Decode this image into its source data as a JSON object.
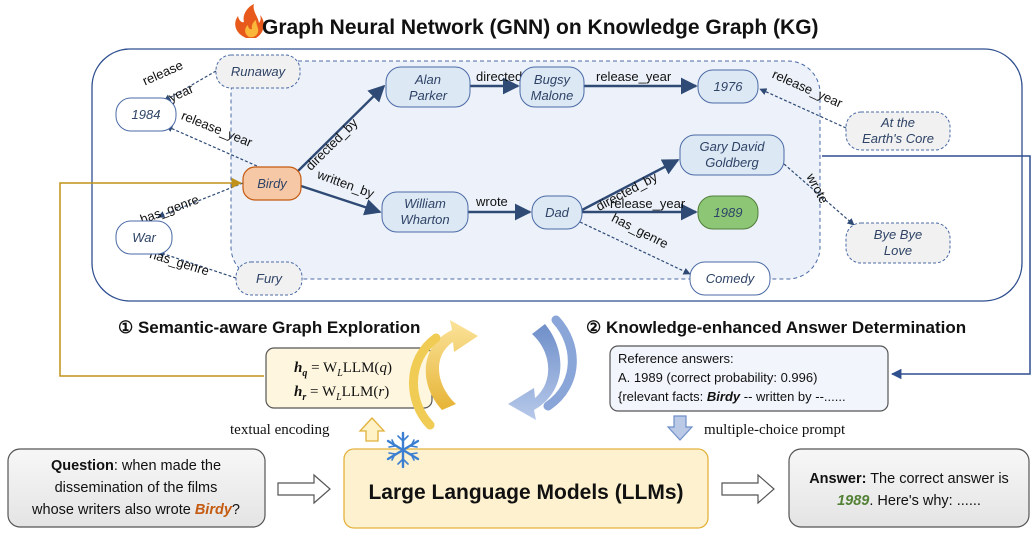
{
  "title": "Graph Neural Network (GNN) on Knowledge Graph (KG)",
  "nodes": {
    "runaway": "Runaway",
    "y1984": "1984",
    "alan_1": "Alan",
    "alan_2": "Parker",
    "bugsy_1": "Bugsy",
    "bugsy_2": "Malone",
    "y1976": "1976",
    "earth_1": "At the",
    "earth_2": "Earth's Core",
    "gary_1": "Gary David",
    "gary_2": "Goldberg",
    "birdy": "Birdy",
    "war": "War",
    "william_1": "William",
    "william_2": "Wharton",
    "dad": "Dad",
    "y1989": "1989",
    "byebye_1": "Bye Bye",
    "byebye_2": "Love",
    "fury": "Fury",
    "comedy": "Comedy"
  },
  "edges": {
    "release": "release",
    "year": "year",
    "release_year": "release_year",
    "directed_by": "directed_by",
    "directed": "directed",
    "written_by": "written_by",
    "has_genre": "has_genre",
    "wrote": "wrote"
  },
  "left_section": {
    "title": "① Semantic-aware Graph Exploration",
    "formula_q": "= W",
    "formula_r": "= W",
    "encoding_label": "textual encoding"
  },
  "right_section": {
    "title": "② Knowledge-enhanced Answer Determination",
    "ref_line1": "Reference answers:",
    "ref_line2": "A. 1989 (correct probability: 0.996)",
    "ref_line3_prefix": "{relevant facts: ",
    "ref_line3_italic": "Birdy",
    "ref_line3_suffix": " -- written by --......",
    "prompt_label": "multiple-choice prompt"
  },
  "question": {
    "label": "Question",
    "line1_rest": ": when made the",
    "line2": "dissemination of the films",
    "line3_prefix": "whose writers also wrote ",
    "highlight": "Birdy",
    "line3_suffix": "?"
  },
  "llm_label": "Large Language Models (LLMs)",
  "answer": {
    "label": "Answer:",
    "line1_rest": " The correct answer is",
    "value": "1989",
    "line2_rest": ".  Here's why: ......"
  },
  "colors": {
    "graph_edge": "#2e4a75",
    "birdy_fill": "#f7c8a6",
    "green_fill": "#8dc776",
    "llm_fill": "#fdf1cf",
    "orange_text": "#c55a11",
    "green_text": "#538135"
  }
}
